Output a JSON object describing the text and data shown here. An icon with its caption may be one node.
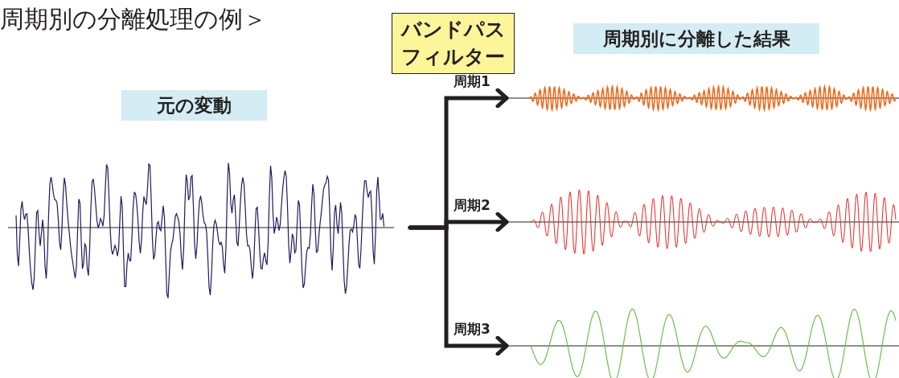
{
  "diagram": {
    "title": "周期別の分離処理の例＞",
    "nodes": [
      {
        "text": [
          "バンドパスフィルター"
        ]
      },
      {
        "text": [
          "元の変動"
        ]
      },
      {
        "text": [
          "周期別に分離した結果"
        ]
      },
      {
        "text": [],
        "shape": "picture"
      },
      {
        "text": [],
        "shape": "picture"
      },
      {
        "text": [],
        "shape": "picture"
      },
      {
        "text": [],
        "shape": "picture"
      }
    ],
    "edges": [
      {
        "from": 3,
        "to": 4,
        "arrow": "to",
        "label": "周期1"
      },
      {
        "from": 3,
        "to": 5,
        "arrow": "to",
        "label": "周期2"
      },
      {
        "from": 3,
        "to": 6,
        "arrow": "to",
        "label": "周期3"
      }
    ]
  }
}
